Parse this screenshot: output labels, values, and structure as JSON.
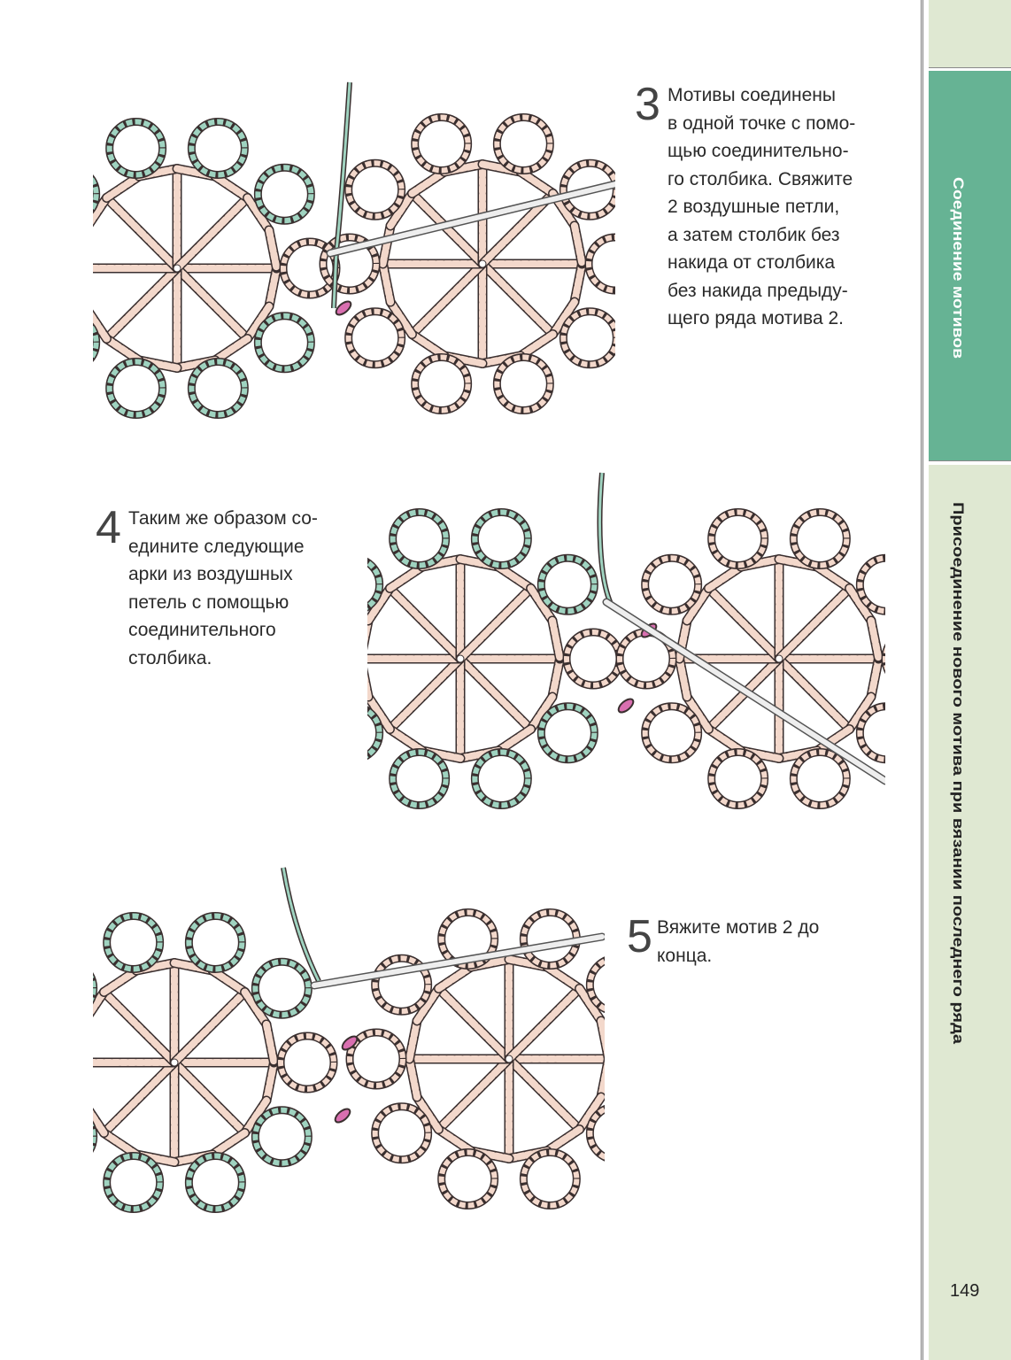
{
  "sidebar": {
    "section_title": "Соединение мотивов",
    "subsection_title": "Присоединение нового мотива при вязании последнего ряда",
    "page_number": "149"
  },
  "steps": [
    {
      "number": "3",
      "text": "Мотивы соединены\nв одной точке с помо-\nщью соединительно-\nго столбика. Свяжите\n2 воздушные петли,\nа затем столбик без\nнакида от столбика\nбез накида предыду-\nщего ряда мотива 2."
    },
    {
      "number": "4",
      "text": "Таким же образом со-\nедините следующие\nарки из воздушных\nпетель с помощью\nсоединительного\nстолбика."
    },
    {
      "number": "5",
      "text": "Вяжите мотив 2 до\nконца."
    }
  ],
  "colors": {
    "accent": "#66b394",
    "sidebar_bg": "#dfe8d2",
    "yarn_pink": "#f3d8cb",
    "yarn_green": "#9fd3c0",
    "join": "#d96fb0"
  }
}
